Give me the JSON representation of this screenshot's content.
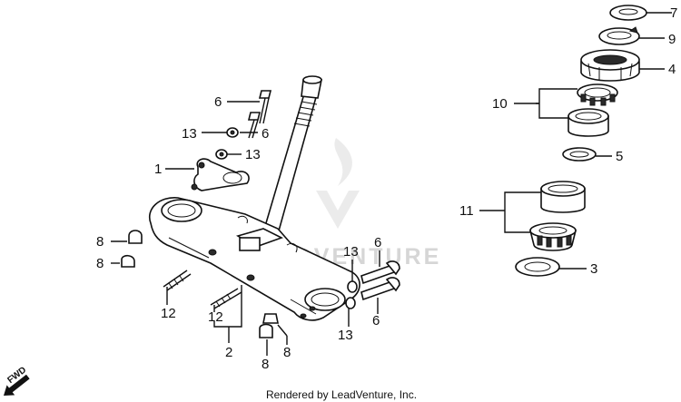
{
  "watermark": {
    "text": "LEADVENTURE"
  },
  "credit": "Rendered by LeadVenture, Inc.",
  "direction": "FWD",
  "callouts": {
    "n1": "1",
    "n2": "2",
    "n3": "3",
    "n4": "4",
    "n5": "5",
    "n6a": "6",
    "n6b": "6",
    "n6c": "6",
    "n6d": "6",
    "n7": "7",
    "n8a": "8",
    "n8b": "8",
    "n8c": "8",
    "n8d": "8",
    "n9": "9",
    "n10": "10",
    "n11": "11",
    "n12a": "12",
    "n12b": "12",
    "n13a": "13",
    "n13b": "13",
    "n13c": "13",
    "n13d": "13"
  }
}
